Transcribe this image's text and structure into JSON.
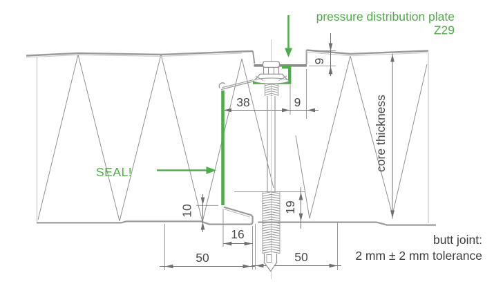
{
  "annotations": {
    "pressure_plate": {
      "line1": "pressure distribution plate",
      "line2": "Z29"
    },
    "seal": {
      "label": "SEAL!"
    },
    "core_thickness": {
      "label": "core thickness"
    },
    "butt_joint": {
      "line1": "butt joint:",
      "line2": "2 mm ± 2 mm tolerance"
    }
  },
  "dimensions": {
    "plate_offset": "38",
    "recess_width": "9",
    "recess_depth": "9",
    "lip_height": "10",
    "lip_width": "16",
    "thread_length": "19",
    "left_spacing": "50",
    "right_spacing": "50"
  },
  "colors": {
    "accent_green": "#4fad49",
    "profile_gray": "#9a9a9a",
    "dimension_gray": "#6f6f6f",
    "text_gray": "#3d3d3d"
  }
}
